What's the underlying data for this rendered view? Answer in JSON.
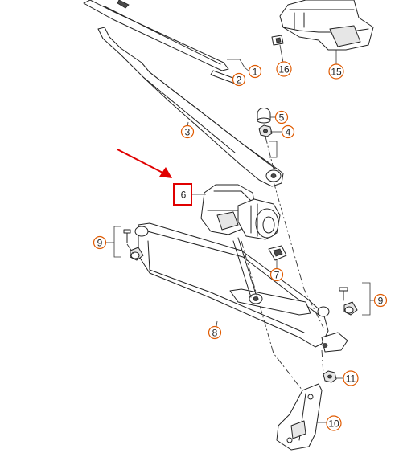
{
  "colors": {
    "callout": "#e05a00",
    "highlight": "#e00000",
    "line": "#222222"
  },
  "callouts": [
    {
      "id": "c1",
      "label": "1"
    },
    {
      "id": "c2",
      "label": "2"
    },
    {
      "id": "c3",
      "label": "3"
    },
    {
      "id": "c4",
      "label": "4"
    },
    {
      "id": "c5",
      "label": "5"
    },
    {
      "id": "c6",
      "label": "6"
    },
    {
      "id": "c7",
      "label": "7"
    },
    {
      "id": "c8",
      "label": "8"
    },
    {
      "id": "c9a",
      "label": "9"
    },
    {
      "id": "c9b",
      "label": "9"
    },
    {
      "id": "c10",
      "label": "10"
    },
    {
      "id": "c11",
      "label": "11"
    },
    {
      "id": "c15",
      "label": "15"
    },
    {
      "id": "c16",
      "label": "16"
    }
  ],
  "highlighted_part": "6"
}
